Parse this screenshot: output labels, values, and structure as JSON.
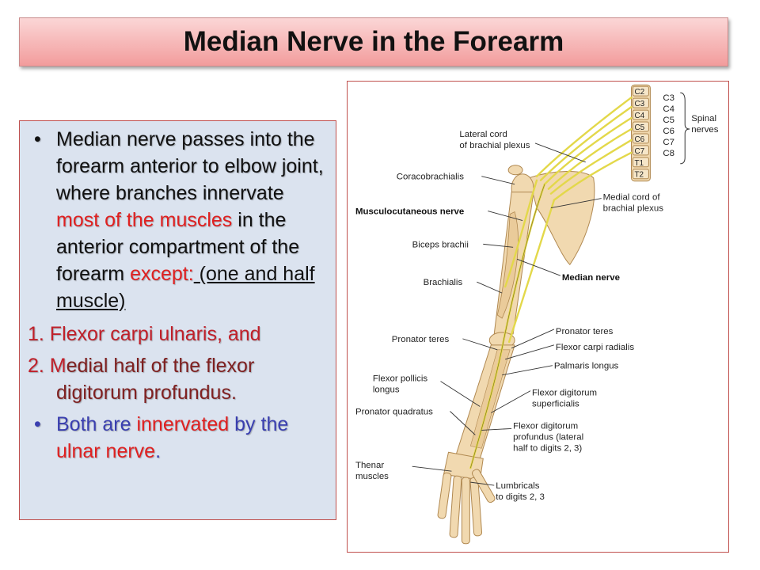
{
  "title": "Median Nerve in the Forearm",
  "text_panel": {
    "bullet_char": "•",
    "p1_a": "Median nerve passes into the forearm anterior to elbow joint,  where branches innervate ",
    "p1_red": "most of the muscles",
    "p1_b": " in the anterior compartment of the forearm ",
    "p1_except": "except:",
    "p1_underlined": " (one and half muscle)",
    "item1": "1. Flexor carpi ulnaris, and",
    "item2_prefix": "2. ",
    "item2_m": "M",
    "item2_rest": "edial half of the flexor digitorum profundus.",
    "p2_a": "Both are ",
    "p2_red": "innervated",
    "p2_b": " by the ",
    "p2_red2": "ulnar nerve",
    "p2_c": "."
  },
  "figure": {
    "vertebrae": [
      "C2",
      "C3",
      "C4",
      "C5",
      "C6",
      "C7",
      "T1",
      "T2"
    ],
    "roots": [
      "C3",
      "C4",
      "C5",
      "C6",
      "C7",
      "C8"
    ],
    "spinal_nerves": [
      "Spinal",
      "nerves"
    ],
    "labels": {
      "lateral_cord": [
        "Lateral cord",
        "of brachial plexus"
      ],
      "coracobrachialis": "Coracobrachialis",
      "musculocutaneous": "Musculocutaneous nerve",
      "biceps": "Biceps brachii",
      "brachialis": "Brachialis",
      "medial_cord": [
        "Medial cord of",
        "brachial plexus"
      ],
      "median_nerve": "Median nerve",
      "pronator_teres_r": "Pronator teres",
      "pronator_teres_l": "Pronator teres",
      "fcr": "Flexor carpi radialis",
      "palmaris": "Palmaris longus",
      "fpl": [
        "Flexor pollicis",
        "longus"
      ],
      "fds": [
        "Flexor digitorum",
        "superficialis"
      ],
      "pq": "Pronator quadratus",
      "fdp": [
        "Flexor digitorum",
        "profundus (lateral",
        "half to digits 2, 3)"
      ],
      "thenar": [
        "Thenar",
        "muscles"
      ],
      "lumbricals": [
        "Lumbricals",
        "to digits 2, 3"
      ]
    }
  },
  "colors": {
    "title_top": "#fbd6d6",
    "title_bottom": "#f29c9c",
    "panel_bg": "#dbe3ef",
    "border": "#c0504d",
    "red": "#e02020",
    "blue": "#3a3fb0",
    "numbered": "#7f2020",
    "bone": "#f1d9b0",
    "nerve": "#e3d84a"
  }
}
